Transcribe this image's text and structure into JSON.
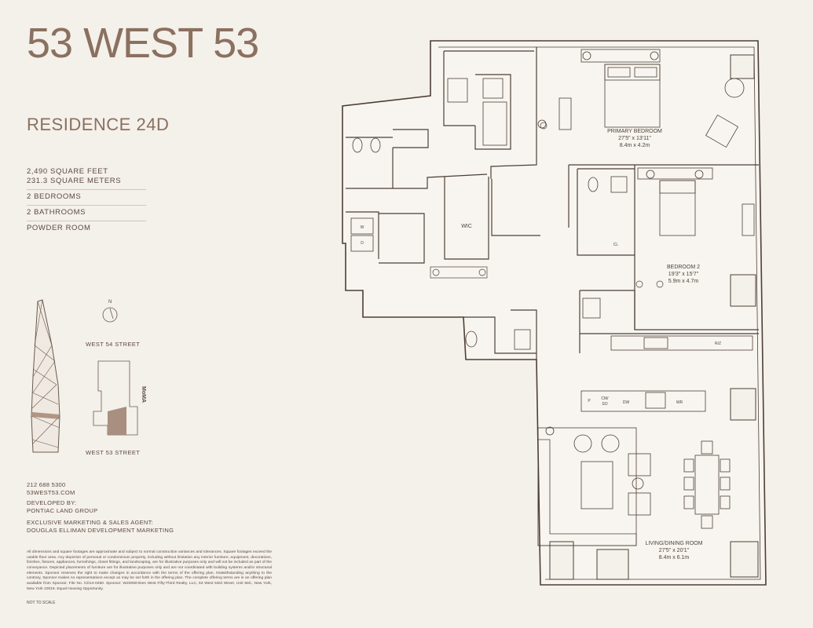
{
  "brand": {
    "title": "53 WEST 53"
  },
  "residence": {
    "title": "RESIDENCE 24D"
  },
  "specs": {
    "square_feet": "2,490 SQUARE FEET",
    "square_meters": "231.3 SQUARE METERS",
    "bedrooms": "2 BEDROOMS",
    "bathrooms": "2 BATHROOMS",
    "powder": "POWDER ROOM"
  },
  "map": {
    "north": "N",
    "street_north": "WEST 54 STREET",
    "street_south": "WEST 53 STREET",
    "moma": "MoMA"
  },
  "contact": {
    "phone": "212 688 5300",
    "website": "53WEST53.COM"
  },
  "developer": {
    "label": "DEVELOPED BY:",
    "name": "PONTIAC LAND GROUP"
  },
  "agent": {
    "label": "EXCLUSIVE MARKETING & SALES AGENT:",
    "name": "DOUGLAS ELLIMAN DEVELOPMENT MARKETING"
  },
  "disclaimer": "All dimensions and square footages are approximate and subject to normal construction variances and tolerances. Square footages exceed the usable floor area. Any depiction of personal or condominium property, including without limitation any interior furniture, equipment, decorations, finishes, fixtures, appliances, furnishings, closet fittings, and landscaping, are for illustrative purposes only and will not be included as part of the conveyance. Depicted placements of furniture are for illustrative purposes only and are not coordinated with building systems and/or structural elements. Sponsor reserves the right to make changes in accordance with the terms of the offering plan. Notwithstanding anything to the contrary, Sponsor makes no representations except as may be set forth in the offering plan. The complete offering terms are in an offering plan available from Sponsor. File No. CD14-0250. Sponsor: W2005/Hines West Fifty-Third Realty, LLC, 53 West 53rd Street, Unit 56C, New York, New York 10019. Equal Housing Opportunity.",
  "not_to_scale": "NOT TO SCALE",
  "plan": {
    "primary_bedroom": {
      "name": "PRIMARY BEDROOM",
      "dims_ft": "27'5\" x 13'11\"",
      "dims_m": "8.4m x 4.2m"
    },
    "bedroom2": {
      "name": "BEDROOM 2",
      "dims_ft": "19'3\" x 15'7\"",
      "dims_m": "5.9m x 4.7m"
    },
    "living": {
      "name": "LIVING/DINING ROOM",
      "dims_ft": "27'5\" x 20'1\"",
      "dims_m": "8.4m x 6.1m"
    },
    "wic": "WIC",
    "washer": "W",
    "dryer": "D",
    "closet": "CL",
    "refrigerator": "R/Z",
    "pantry": "P",
    "cm_so": "CM/",
    "cm_so2": "SO",
    "dishwasher": "DW",
    "wine": "WR"
  },
  "colors": {
    "text": "#5b4a40",
    "brand": "#8a7060",
    "background": "#f4f0ea",
    "wall": "#4d3f36",
    "accent": "#a89080"
  }
}
